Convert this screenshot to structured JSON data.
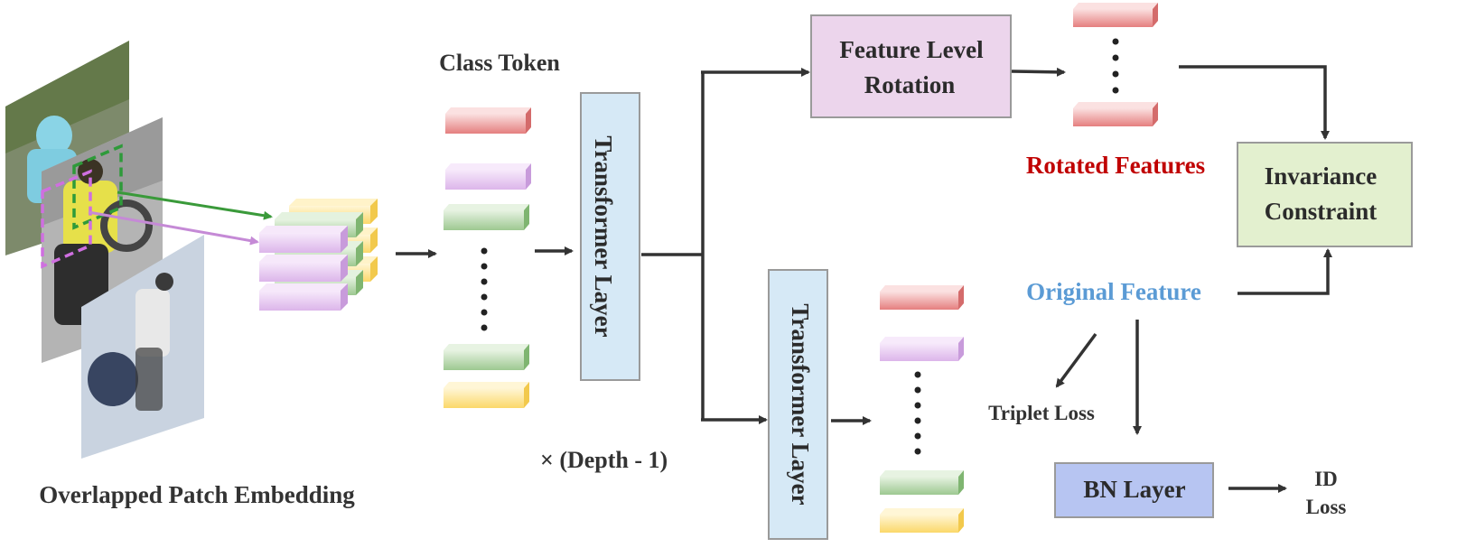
{
  "labels": {
    "class_token": "Class Token",
    "patch_embedding": "Overlapped Patch Embedding",
    "transformer_layer_top": "Transformer Layer",
    "transformer_layer_bottom": "Transformer Layer",
    "depth_note": "× (Depth - 1)",
    "feature_rotation_line1": "Feature Level",
    "feature_rotation_line2": "Rotation",
    "rotated_features": "Rotated Features",
    "invariance_line1": "Invariance",
    "invariance_line2": "Constraint",
    "original_feature": "Original Feature",
    "triplet_loss": "Triplet Loss",
    "bn_layer": "BN Layer",
    "id_loss_line1": "ID",
    "id_loss_line2": "Loss"
  },
  "colors": {
    "token_red": "#e98a8a",
    "token_purple": "#e2c2ee",
    "token_green": "#a8cf9e",
    "token_yellow": "#fde38c",
    "transformer_fill": "#d6e9f6",
    "rotation_fill": "#ecd5ec",
    "invariance_fill": "#e3f0cf",
    "bn_fill": "#b7c5f2",
    "rotated_text": "#c00000",
    "original_text": "#5b9bd5",
    "arrow": "#333333"
  }
}
